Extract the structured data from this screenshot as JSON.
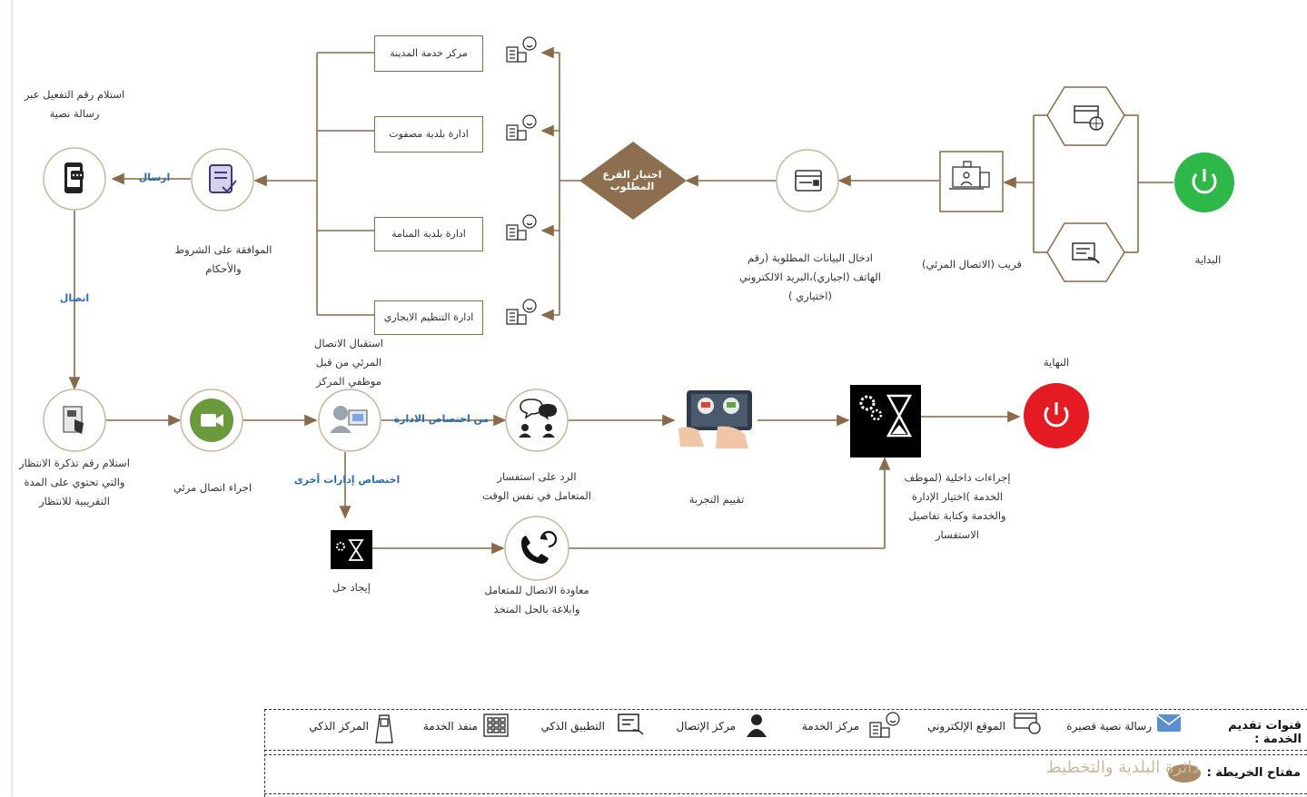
{
  "nodes": {
    "start": "البداية",
    "qareeb": "قريب (الاتصال المرئي)",
    "enter_data": "ادخال البيانات المطلوبة (رقم الهاتف (اجباري)،البريد الالكتروني (اختياري )",
    "choose_branch": "اختيار الفرع المطلوب",
    "branches": [
      "مركز خدمة المدينة",
      "ادارة بلدية مصفوت",
      "ادارة بلدية المنامة",
      "ادارة التنظيم الايجاري"
    ],
    "agree_terms": "الموافقة على الشروط والأحكام",
    "receive_code": "استلام رقم التفعيل عبر رسالة نصية",
    "send": "ارسال",
    "connect": "اتصال",
    "receive_ticket": "استلام رقم تذكرة الانتظار والتي تحتوي على المدة التقريبية للانتظار",
    "video_call": "اجراء اتصال مرئي",
    "receive_call": "استقبال الاتصال المرئي من قبل موظفي المركز",
    "from_admin": "من اختصاص الادارة",
    "other_admin": "اختصاص إدارات أخرى",
    "reply": "الرد على استفسار المتعامل في نفس الوقت",
    "rate": "تقييم التجربة",
    "internal": "إجراءات داخلية (لموظف الخدمة )اختيار الإدارة والخدمة وكتابة تفاصيل الاستفسار",
    "end": "النهاية",
    "find_solution": "إيجاد حل",
    "callback": "معاودة الاتصال للمتعامل وابلاغة بالحل المتخذ"
  },
  "legend": {
    "channels_title": "قنوات تقديم الخدمة :",
    "channels": [
      "رسالة نصية قصيرة",
      "الموقع الإلكتروني",
      "مركز الخدمة",
      "مركز الإتصال",
      "التطبيق الذكي",
      "منفذ الخدمة",
      "المركز الذكي"
    ],
    "map_key_title": "مفتاح الخريطة :",
    "logo_text": "دائرة البلدية والتخطيط"
  },
  "colors": {
    "line": "#8a6a4a",
    "diamond": "#8d6e4e",
    "start": "#2eb84a",
    "end": "#e41b23",
    "circle_border": "#c8b6a0",
    "label_blue": "#2a6db0"
  }
}
